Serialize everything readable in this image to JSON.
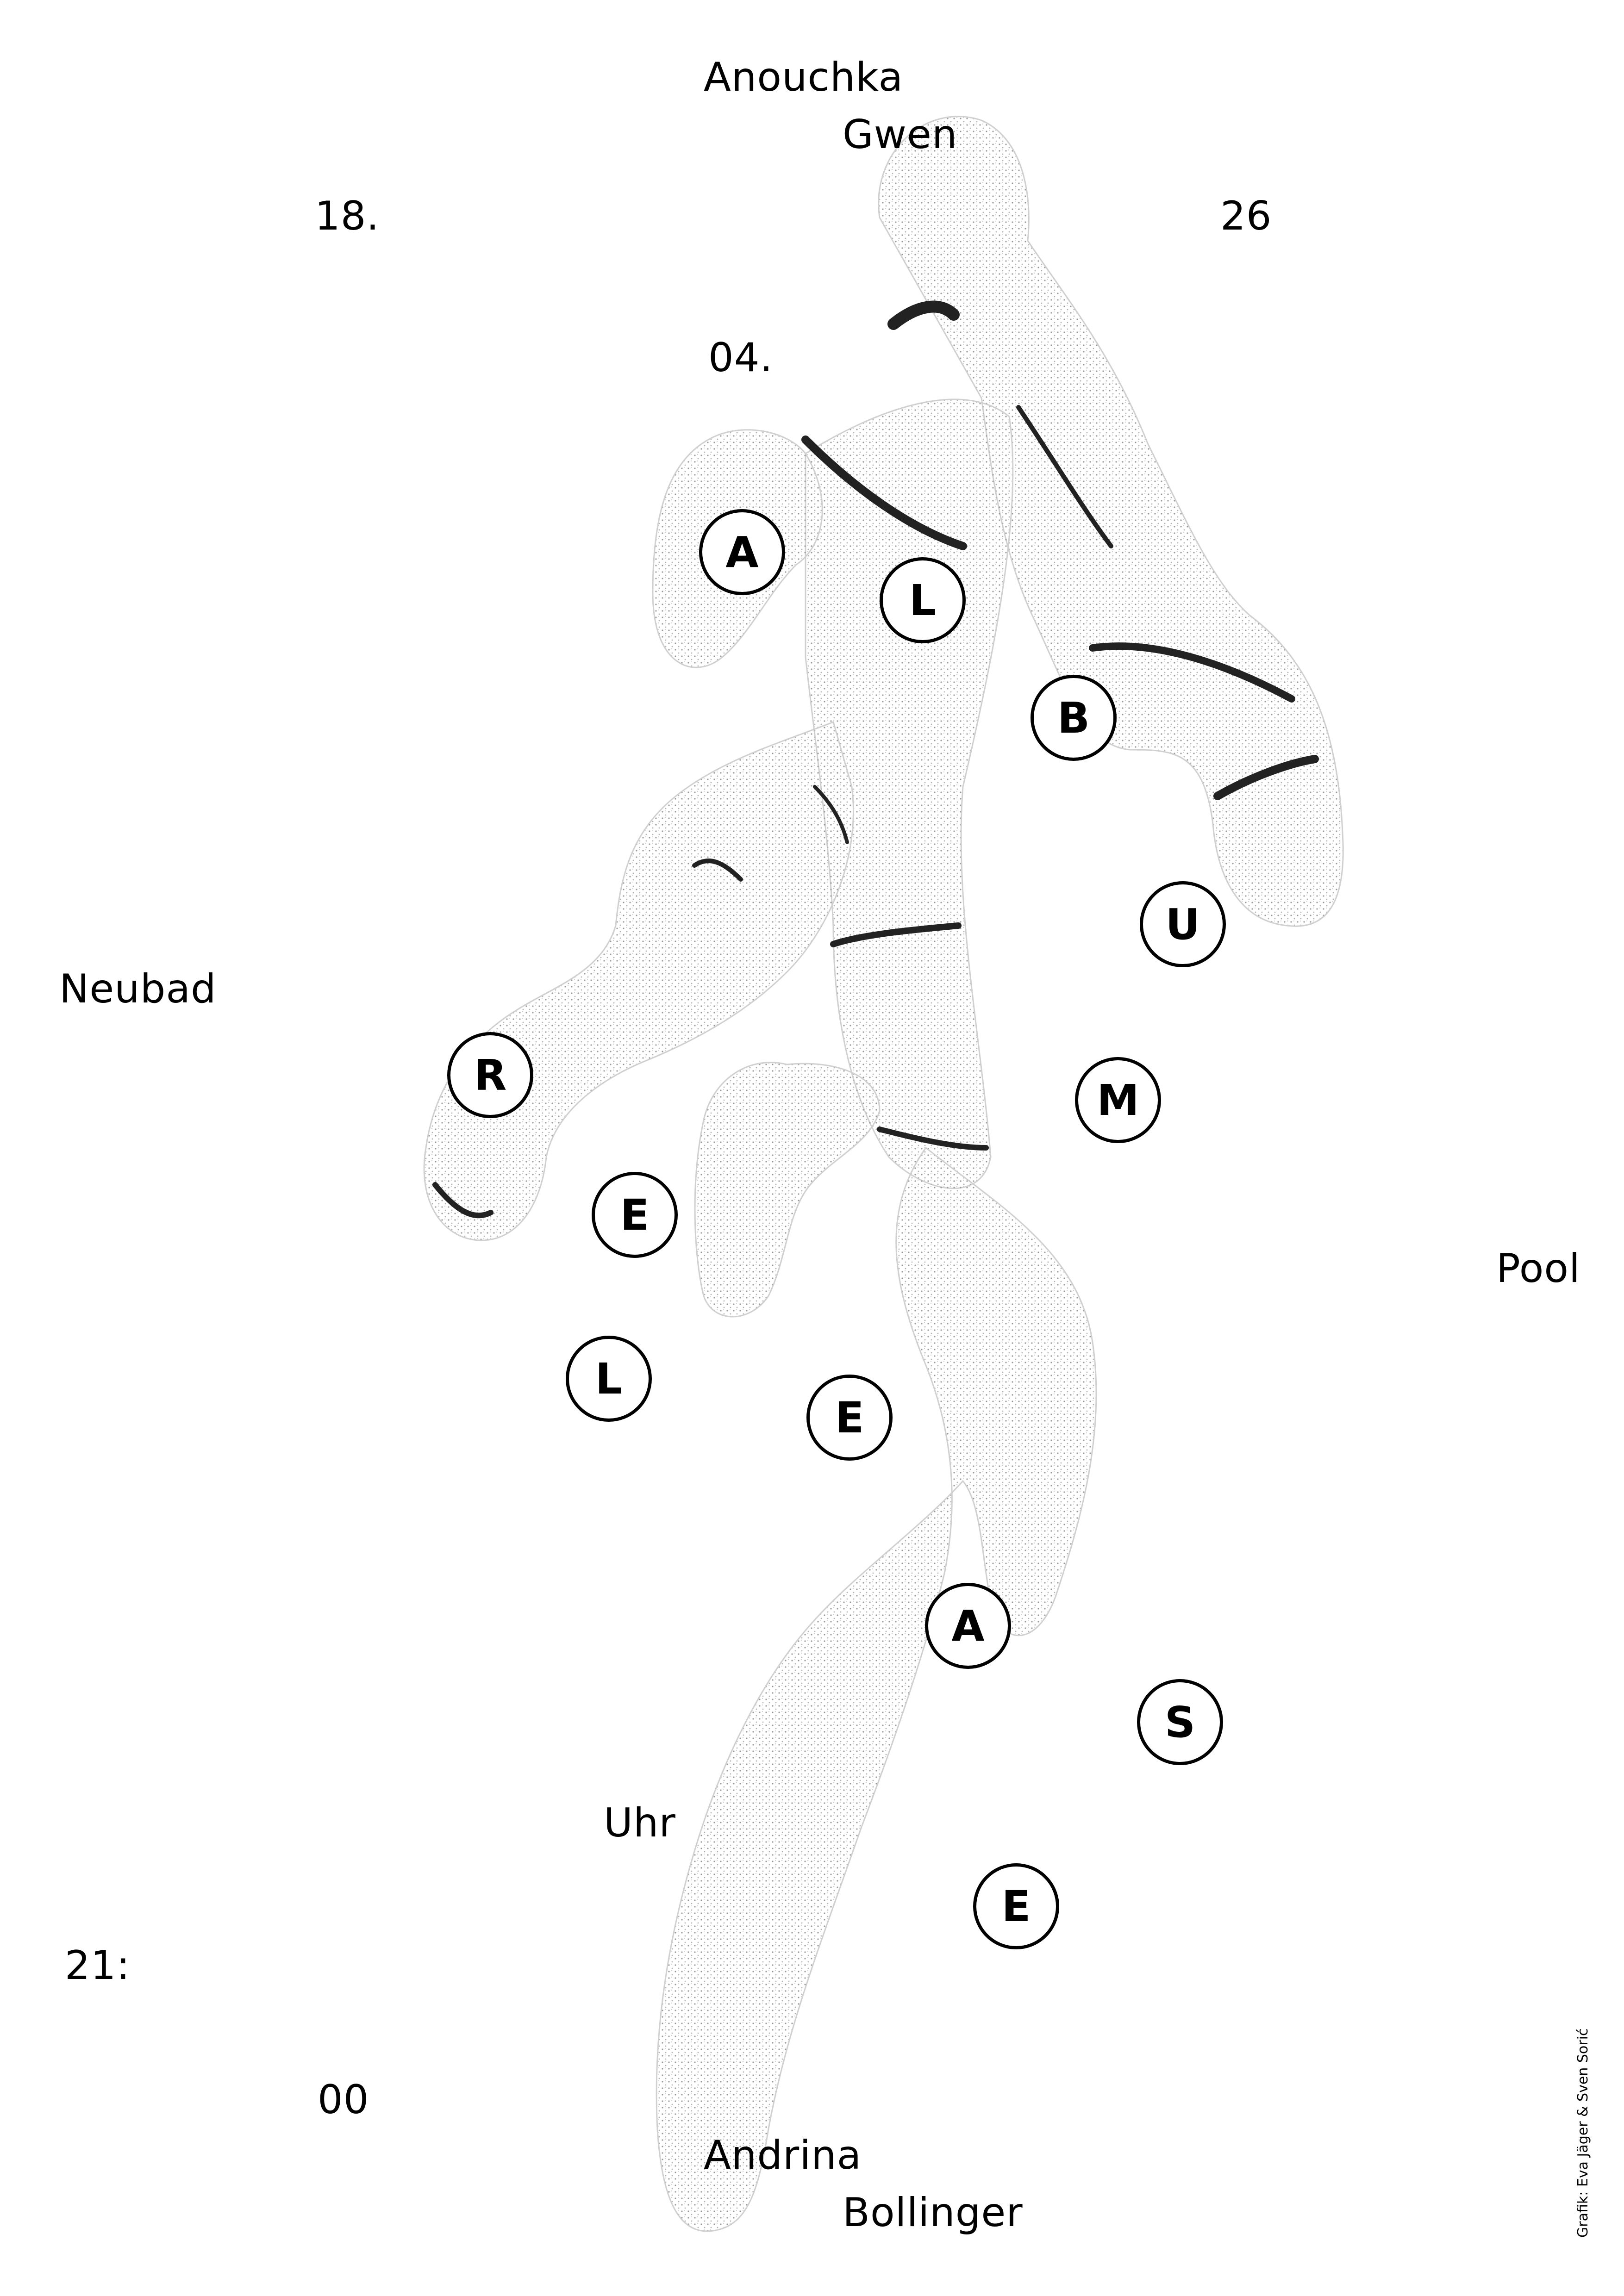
{
  "performers": {
    "top_first": "Anouchka",
    "top_last": "Gwen",
    "bottom_first": "Andrina",
    "bottom_last": "Bollinger"
  },
  "date": {
    "day": "18.",
    "month": "04.",
    "year": "26"
  },
  "time": {
    "hour": "21:",
    "minute": "00",
    "unit": "Uhr"
  },
  "venue": {
    "name": "Neubad",
    "room": "Pool"
  },
  "title_letters": [
    "A",
    "L",
    "B",
    "U",
    "M",
    "R",
    "E",
    "L",
    "E",
    "A",
    "S",
    "E"
  ],
  "credit": "Grafik: Eva Jäger & Sven Sorić",
  "colors": {
    "background": "#ffffff",
    "ink": "#000000",
    "figure_stipple": "#c8c8c8"
  }
}
